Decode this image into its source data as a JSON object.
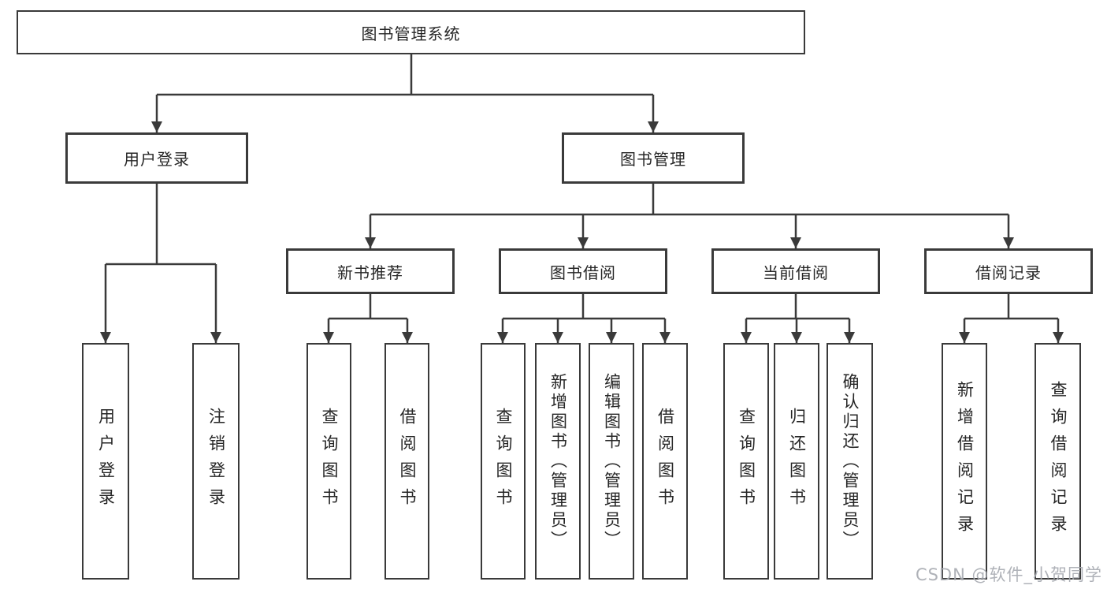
{
  "diagram_title": "图书管理系统",
  "nodes": {
    "root": "图书管理系统",
    "user_login": "用户登录",
    "book_mgmt": "图书管理",
    "new_books": "新书推荐",
    "book_borrow": "图书借阅",
    "current_borrow": "当前借阅",
    "borrow_records": "借阅记录",
    "leaves": {
      "user_login": [
        "用户登录",
        "注销登录"
      ],
      "new_books": [
        "查询图书",
        "借阅图书"
      ],
      "book_borrow": [
        "查询图书",
        "新增图书（管理员）",
        "编辑图书（管理员）",
        "借阅图书"
      ],
      "current_borrow": [
        "查询图书",
        "归还图书",
        "确认归还（管理员）"
      ],
      "borrow_records": [
        "新增借阅记录",
        "查询借阅记录"
      ]
    }
  },
  "watermark": "CSDN @软件_小贺同学",
  "colors": {
    "line": "#3a3a3a",
    "text": "#262626",
    "background": "#ffffff",
    "watermark": "#a8abb2"
  }
}
